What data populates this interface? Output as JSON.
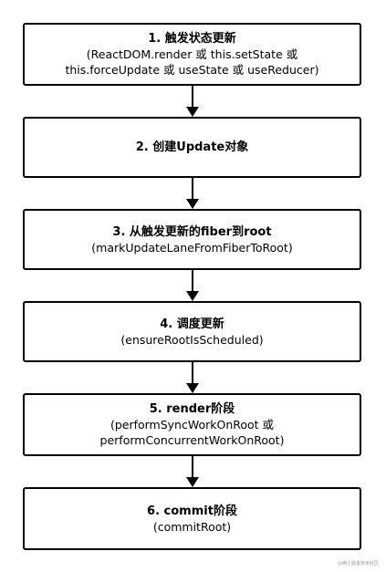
{
  "steps": [
    {
      "title": "1. 触发状态更新",
      "details": [
        "(ReactDOM.render 或 this.setState 或",
        "this.forceUpdate 或 useState 或 useReducer)"
      ]
    },
    {
      "title": "2. 创建Update对象",
      "details": []
    },
    {
      "title": "3. 从触发更新的fiber到root",
      "details": [
        "(markUpdateLaneFromFiberToRoot)"
      ]
    },
    {
      "title": "4. 调度更新",
      "details": [
        "(ensureRootIsScheduled)"
      ]
    },
    {
      "title": "5. render阶段",
      "details": [
        "(performSyncWorkOnRoot 或",
        "performConcurrentWorkOnRoot)"
      ]
    },
    {
      "title": "6. commit阶段",
      "details": [
        "(commitRoot)"
      ]
    }
  ],
  "watermark": "@稀土掘金技术社区"
}
